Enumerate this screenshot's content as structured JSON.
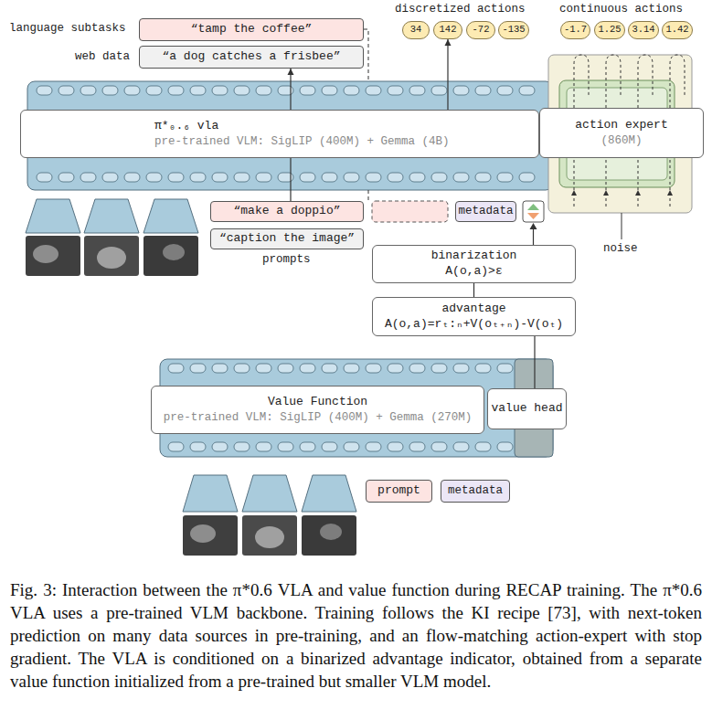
{
  "diagram": {
    "caption": "Fig. 3: Interaction between the π*0.6 VLA and value function during RECAP training. The π*0.6 VLA uses a pre-trained VLM backbone. Training follows the KI recipe [73], with next-token prediction on many data sources in pre-training, and an flow-matching action-expert with stop gradient. The VLA is conditioned on a binarized advantage indicator, obtained from a separate value function initialized from a pre-trained but smaller VLM model.",
    "nodes": [
      {
        "text": [
          "“tamp the coffee”"
        ]
      },
      {
        "text": [
          "“a dog catches a frisbee”"
        ]
      },
      {
        "text": [
          "34"
        ]
      },
      {
        "text": [
          "142"
        ]
      },
      {
        "text": [
          "-72"
        ]
      },
      {
        "text": [
          "-135"
        ]
      },
      {
        "text": [
          "-1.7"
        ]
      },
      {
        "text": [
          "1.25"
        ]
      },
      {
        "text": [
          "3.14"
        ]
      },
      {
        "text": [
          "1.42"
        ]
      },
      {
        "text": [
          "π*₀.₆ vla",
          "pre-trained VLM: SigLIP (400M) + Gemma (4B)"
        ]
      },
      {
        "text": [
          "action expert",
          "(860M)"
        ]
      },
      {
        "text": [
          "“make a doppio”"
        ]
      },
      {
        "text": [
          "“caption the image”"
        ]
      },
      {
        "text": [
          "metadata"
        ]
      },
      {
        "text": [
          "binarization",
          "A(o,a)>ε"
        ]
      },
      {
        "text": [
          "advantage",
          "A(o,a)=rₜ:ₙ+V(oₜ₊ₙ)-V(oₜ)"
        ]
      },
      {
        "text": [
          "Value Function",
          "pre-trained VLM: SigLIP (400M) + Gemma (270M)"
        ]
      },
      {
        "text": [
          "value head"
        ]
      },
      {
        "text": [
          "prompt"
        ]
      },
      {
        "text": [
          "metadata"
        ]
      }
    ],
    "edges": [
      {
        "from": 10,
        "to": 1,
        "arrow": "to"
      },
      {
        "from": 10,
        "to": 3,
        "arrow": "to"
      },
      {
        "from": 12,
        "to": 10,
        "arrow": "none"
      },
      {
        "from": 16,
        "to": 15,
        "arrow": "none"
      },
      {
        "from": 18,
        "to": 16,
        "arrow": "none"
      }
    ],
    "labels": [
      "language subtasks",
      "web data",
      "discretized actions",
      "continuous actions",
      "noise",
      "prompts"
    ]
  }
}
